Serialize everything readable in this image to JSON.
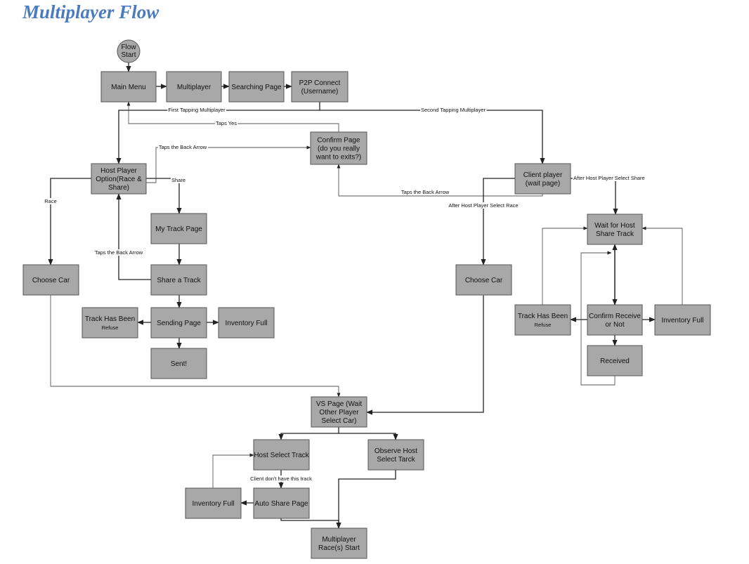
{
  "title": "Multiplayer Flow",
  "nodes": {
    "flow_start": [
      "Flow",
      "Start"
    ],
    "main_menu": [
      "Main Menu"
    ],
    "multiplayer": [
      "Multiplayer"
    ],
    "searching_page": [
      "Searching Page"
    ],
    "p2p_connect": [
      "P2P Connect",
      "(Username)"
    ],
    "confirm_page": [
      "Confirm Page",
      "(do you really",
      "want to exits?)"
    ],
    "host_player": [
      "Host Player",
      "Option(Race &",
      "Share)"
    ],
    "client_player": [
      "Client player",
      "(wait page)"
    ],
    "my_track_page": [
      "My Track Page"
    ],
    "share_a_track": [
      "Share a Track"
    ],
    "choose_car_host": [
      "Choose Car"
    ],
    "track_refused_host": [
      "Track Has Been",
      "Refuse"
    ],
    "sending_page": [
      "Sending Page"
    ],
    "inventory_full_host": [
      "Inventory Full"
    ],
    "sent": [
      "Sent!"
    ],
    "wait_for_host": [
      "Wait for Host",
      "Share Track"
    ],
    "choose_car_client": [
      "Choose Car"
    ],
    "track_refused_client": [
      "Track Has Been",
      "Refuse"
    ],
    "confirm_receive": [
      "Confirm Receive",
      "or Not"
    ],
    "inventory_full_client": [
      "Inventory Full"
    ],
    "received": [
      "Received"
    ],
    "vs_page": [
      "VS Page (Wait",
      "Other Player",
      "Select Car)"
    ],
    "host_select_track": [
      "Host Select Track"
    ],
    "observe_host": [
      "Observe Host",
      "Select Tarck"
    ],
    "inventory_full_race": [
      "Inventory Full"
    ],
    "auto_share_page": [
      "Auto Share Page"
    ],
    "race_start": [
      "Multiplayer",
      "Race(s) Start"
    ]
  },
  "edge_labels": {
    "first_tapping": "First Tapping Multiplayer",
    "second_tapping": "Second Tapping Multiplayer",
    "taps_yes": "Taps Yes",
    "taps_back_top": "Taps the Back Arrow",
    "share": "Share",
    "race": "Race",
    "taps_back_left": "Taps the Back Arrow",
    "taps_back_right": "Taps the Back Arrow",
    "after_share": "After Host Player Select Share",
    "after_race": "After Host Player Select Race",
    "client_no_track": "Client don't have this track"
  }
}
